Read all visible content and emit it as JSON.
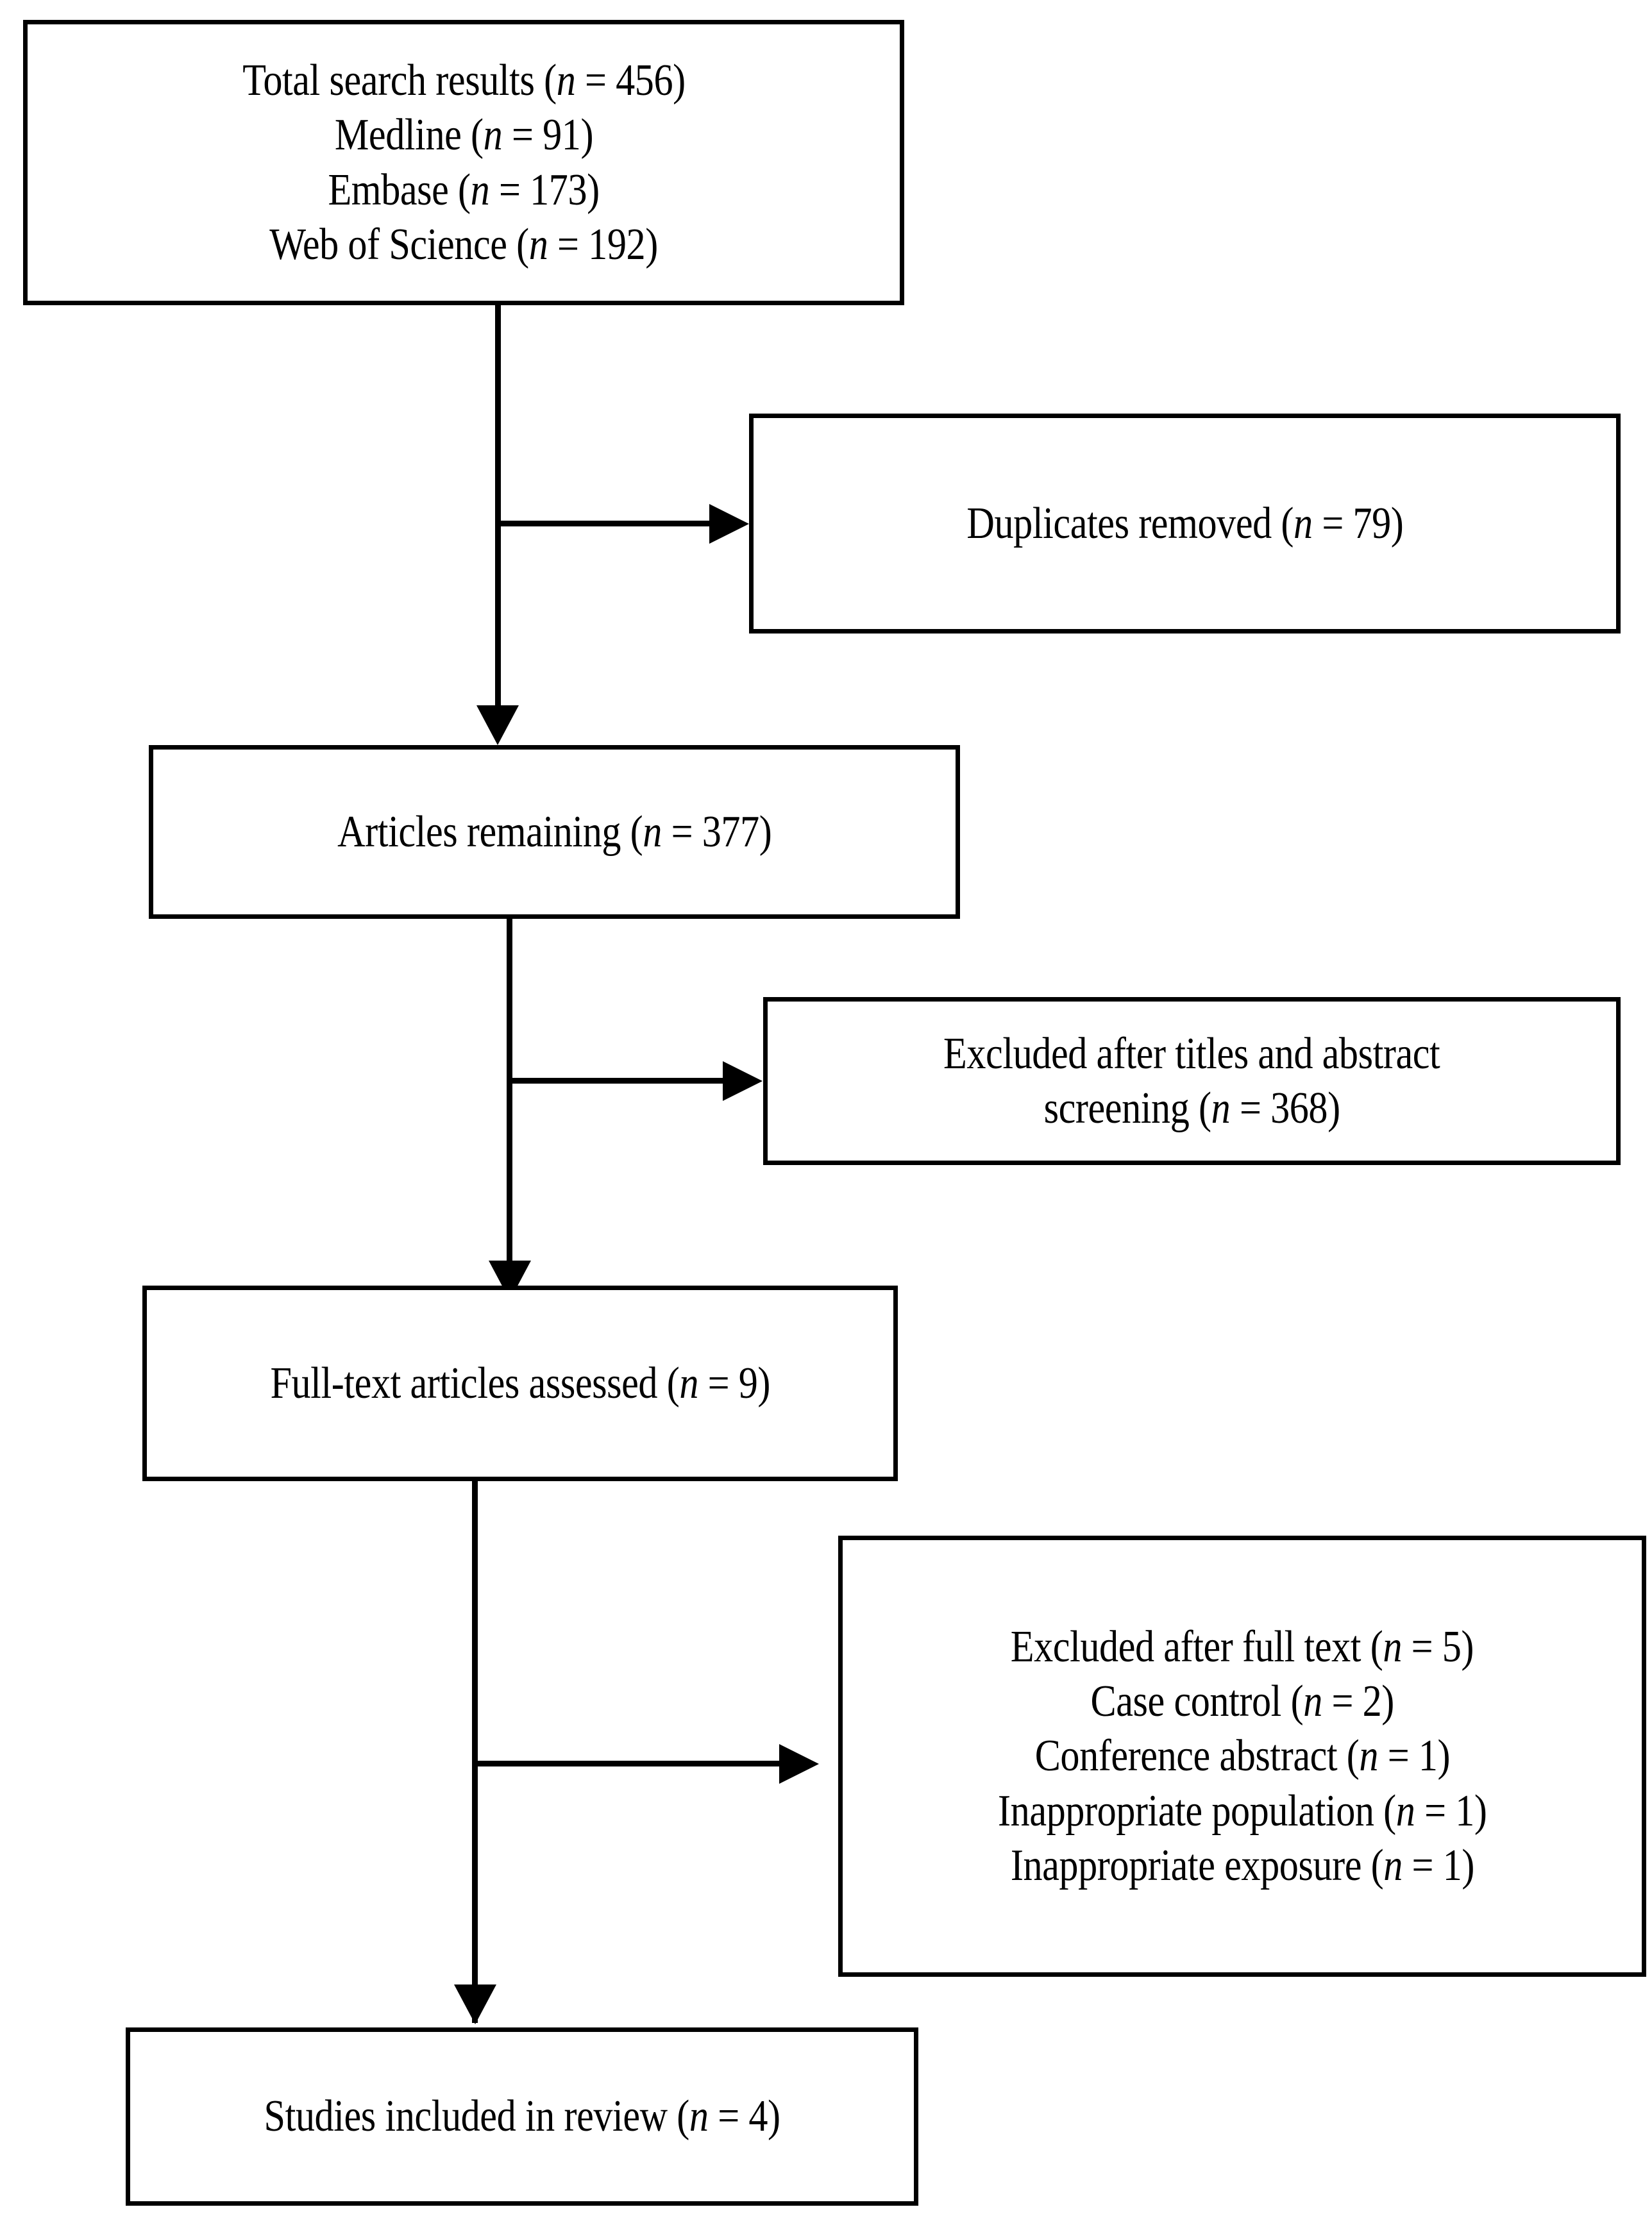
{
  "diagram": {
    "type": "prisma-flow-diagram",
    "title": "",
    "boxes": [
      {
        "id": "total-search",
        "lines": [
          {
            "text": "Total search results (",
            "italic": "n",
            "tail": " = 456)"
          },
          {
            "text": "Medline (",
            "italic": "n",
            "tail": " = 91)"
          },
          {
            "text": "Embase (",
            "italic": "n",
            "tail": " = 173)"
          },
          {
            "text": "Web of Science (",
            "italic": "n",
            "tail": " = 192)"
          }
        ],
        "counts": {
          "total": 456,
          "medline": 91,
          "embase": 173,
          "web_of_science": 192
        }
      },
      {
        "id": "duplicates-removed",
        "lines": [
          {
            "text": "Duplicates removed (",
            "italic": "n",
            "tail": " = 79)"
          }
        ],
        "counts": {
          "duplicates": 79
        }
      },
      {
        "id": "articles-remaining",
        "lines": [
          {
            "text": "Articles remaining (",
            "italic": "n",
            "tail": " = 377)"
          }
        ],
        "counts": {
          "remaining": 377
        }
      },
      {
        "id": "excluded-titles",
        "lines": [
          {
            "text": "Excluded after titles and abstract",
            "italic": "",
            "tail": ""
          },
          {
            "text": "screening (",
            "italic": "n",
            "tail": " = 368)"
          }
        ],
        "counts": {
          "excluded_title_abstract": 368
        }
      },
      {
        "id": "fulltext-assessed",
        "lines": [
          {
            "text": "Full-text articles assessed (",
            "italic": "n",
            "tail": " = 9)"
          }
        ],
        "counts": {
          "fulltext_assessed": 9
        }
      },
      {
        "id": "excluded-fulltext",
        "lines": [
          {
            "text": "Excluded after full text (",
            "italic": "n",
            "tail": " = 5)"
          },
          {
            "text": "Case control (",
            "italic": "n",
            "tail": " = 2)"
          },
          {
            "text": "Conference abstract (",
            "italic": "n",
            "tail": " = 1)"
          },
          {
            "text": "Inappropriate population (",
            "italic": "n",
            "tail": " = 1)"
          },
          {
            "text": "Inappropriate exposure (",
            "italic": "n",
            "tail": " = 1)"
          }
        ],
        "counts": {
          "excluded_fulltext": 5,
          "case_control": 2,
          "conference_abstract": 1,
          "inappropriate_population": 1,
          "inappropriate_exposure": 1
        }
      },
      {
        "id": "studies-included",
        "lines": [
          {
            "text": "Studies included in review (",
            "italic": "n",
            "tail": " = 4)"
          }
        ],
        "counts": {
          "included": 4
        }
      }
    ],
    "colors": {
      "stroke": "#000000",
      "fill": "#ffffff",
      "text": "#000000"
    }
  },
  "boxes": {
    "total_search": {
      "line1_head": "Total search results (",
      "line1_n": "n",
      "line1_tail": " = 456)",
      "line2_head": "Medline (",
      "line2_n": "n",
      "line2_tail": " = 91)",
      "line3_head": "Embase (",
      "line3_n": "n",
      "line3_tail": " = 173)",
      "line4_head": "Web of Science (",
      "line4_n": "n",
      "line4_tail": " = 192)"
    },
    "duplicates_removed": {
      "line1_head": "Duplicates removed (",
      "line1_n": "n",
      "line1_tail": " = 79)"
    },
    "articles_remaining": {
      "line1_head": "Articles remaining (",
      "line1_n": "n",
      "line1_tail": " = 377)"
    },
    "excluded_titles": {
      "line1_head": "Excluded after titles and abstract",
      "line2_head": "screening (",
      "line2_n": "n",
      "line2_tail": " = 368)"
    },
    "fulltext_assessed": {
      "line1_head": "Full-text articles assessed (",
      "line1_n": "n",
      "line1_tail": " = 9)"
    },
    "excluded_fulltext": {
      "line1_head": "Excluded after full text (",
      "line1_n": "n",
      "line1_tail": " = 5)",
      "line2_head": "Case control (",
      "line2_n": "n",
      "line2_tail": " = 2)",
      "line3_head": "Conference abstract (",
      "line3_n": "n",
      "line3_tail": " = 1)",
      "line4_head": "Inappropriate population (",
      "line4_n": "n",
      "line4_tail": " = 1)",
      "line5_head": "Inappropriate exposure (",
      "line5_n": "n",
      "line5_tail": " = 1)"
    },
    "studies_included": {
      "line1_head": "Studies included in review (",
      "line1_n": "n",
      "line1_tail": " = 4)"
    }
  }
}
